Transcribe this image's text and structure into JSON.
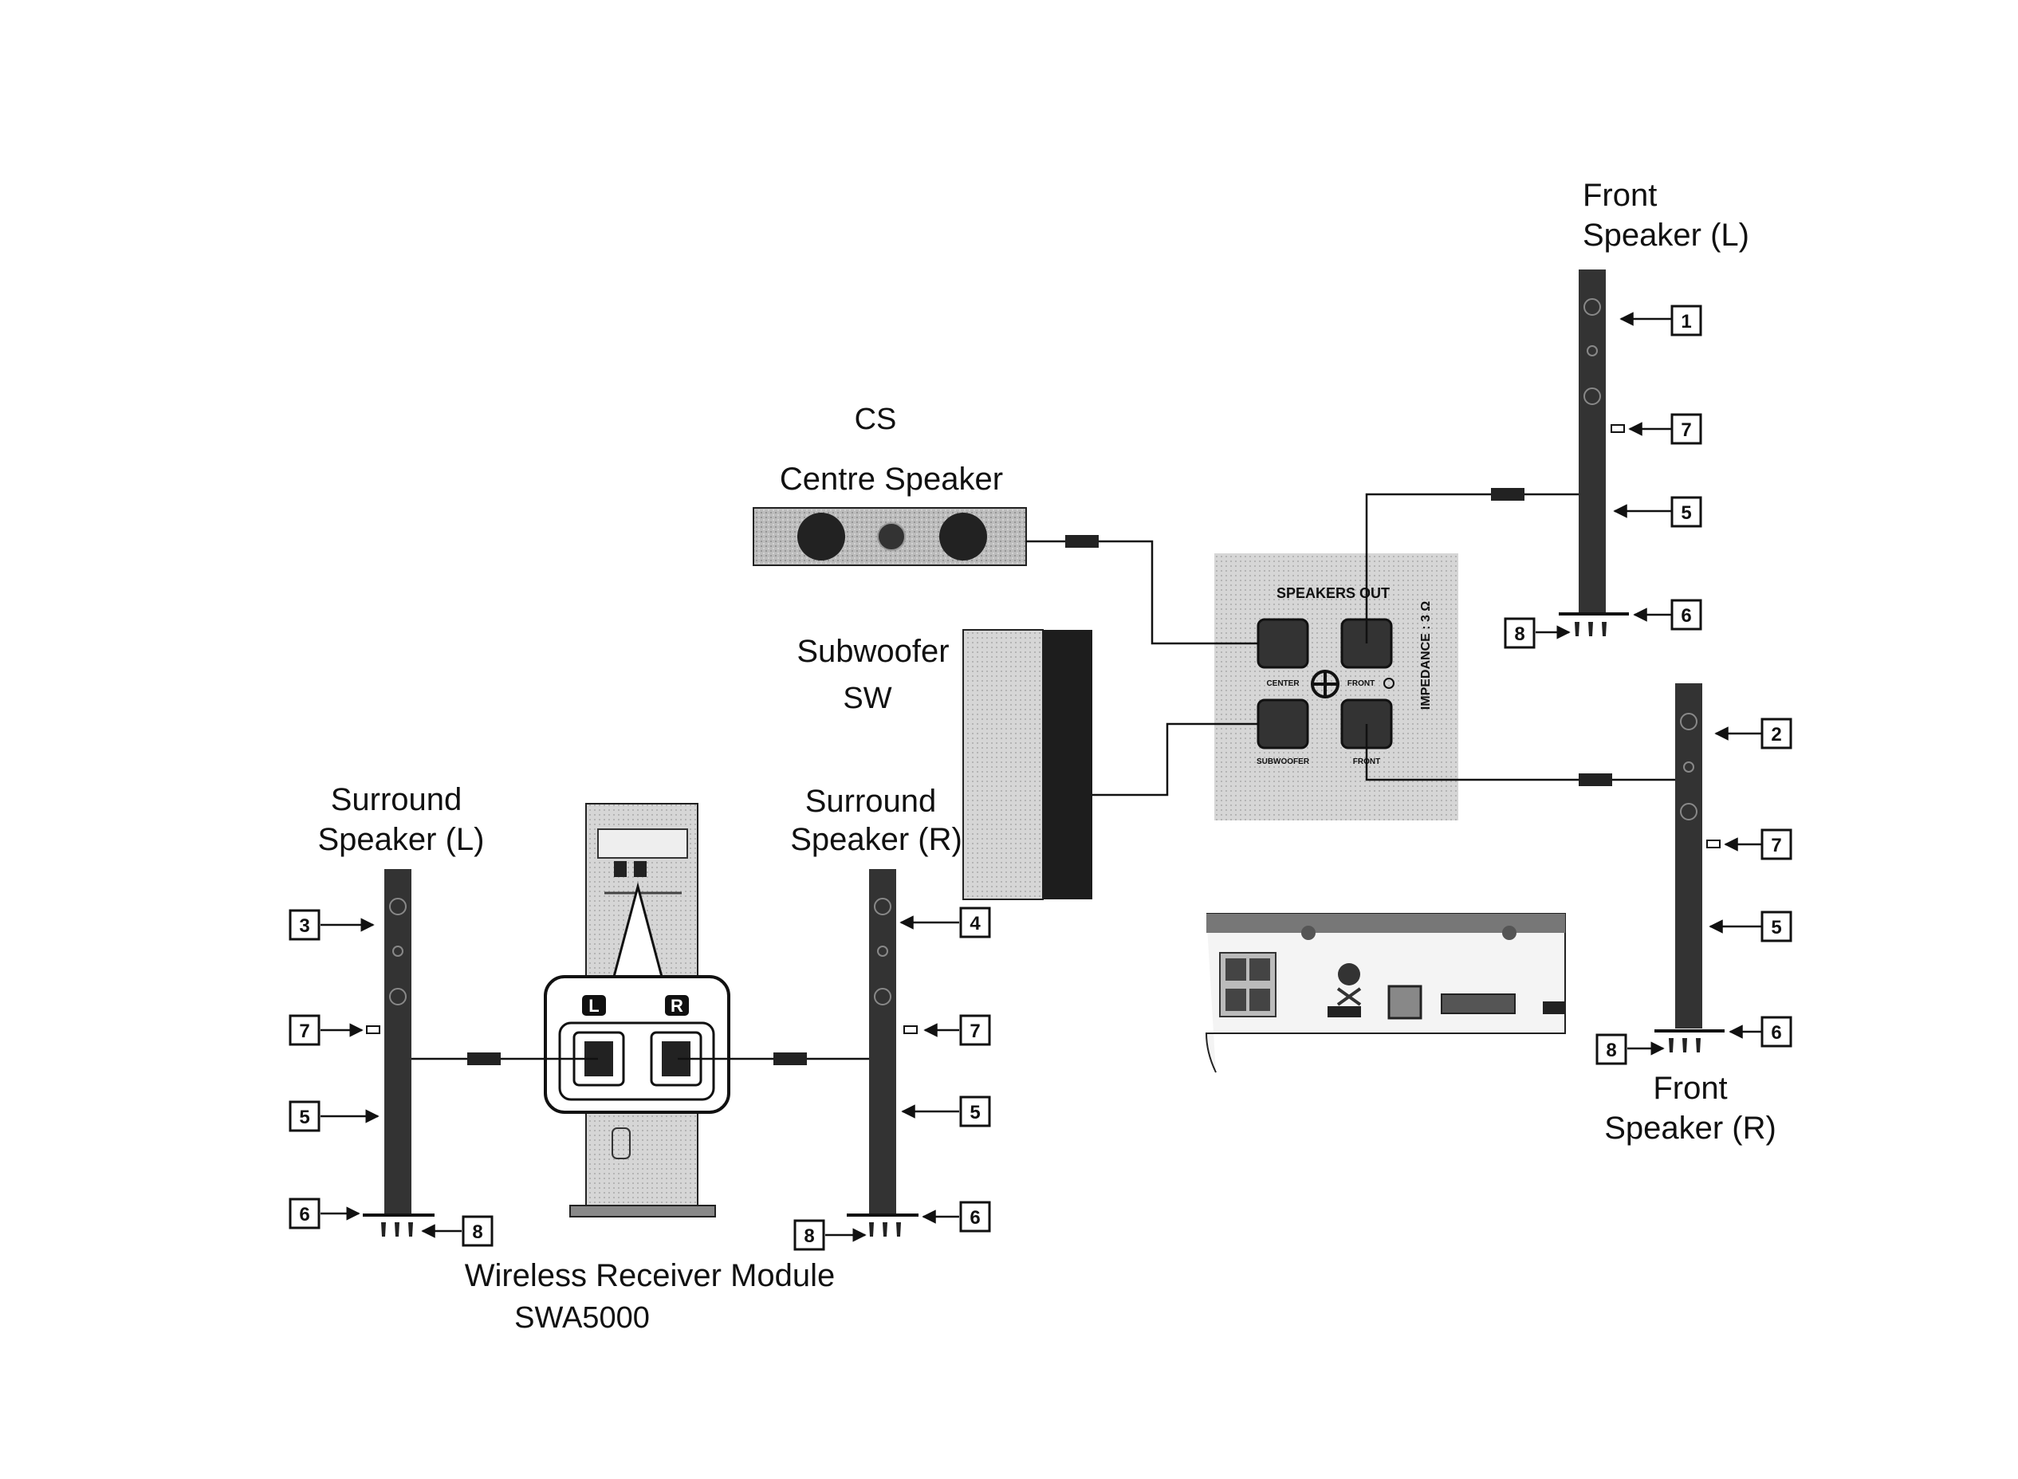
{
  "labels": {
    "front_l_1": "Front",
    "front_l_2": "Speaker (L)",
    "front_r_1": "Front",
    "front_r_2": "Speaker (R)",
    "centre_code": "CS",
    "centre": "Centre Speaker",
    "subwoofer": "Subwoofer",
    "subwoofer_code": "SW",
    "surround_l_1": "Surround",
    "surround_l_2": "Speaker (L)",
    "surround_r_1": "Surround",
    "surround_r_2": "Speaker (R)",
    "receiver": "Wireless Receiver Module",
    "receiver_code": "SWA5000"
  },
  "panel": {
    "title": "SPEAKERS OUT",
    "impedance": "IMPEDANCE : 3 Ω",
    "center": "CENTER",
    "front_l": "FRONT",
    "subwoofer": "SUBWOOFER",
    "front_r": "FRONT"
  },
  "receiver_ports": {
    "left": "L",
    "right": "R"
  },
  "tags": {
    "t1": "1",
    "t2": "2",
    "t3": "3",
    "t4": "4",
    "t5a": "5",
    "t5b": "5",
    "t5c": "5",
    "t5d": "5",
    "t6a": "6",
    "t6b": "6",
    "t6c": "6",
    "t6d": "6",
    "t7a": "7",
    "t7b": "7",
    "t7c": "7",
    "t7d": "7",
    "t8a": "8",
    "t8b": "8",
    "t8c": "8",
    "t8d": "8"
  }
}
